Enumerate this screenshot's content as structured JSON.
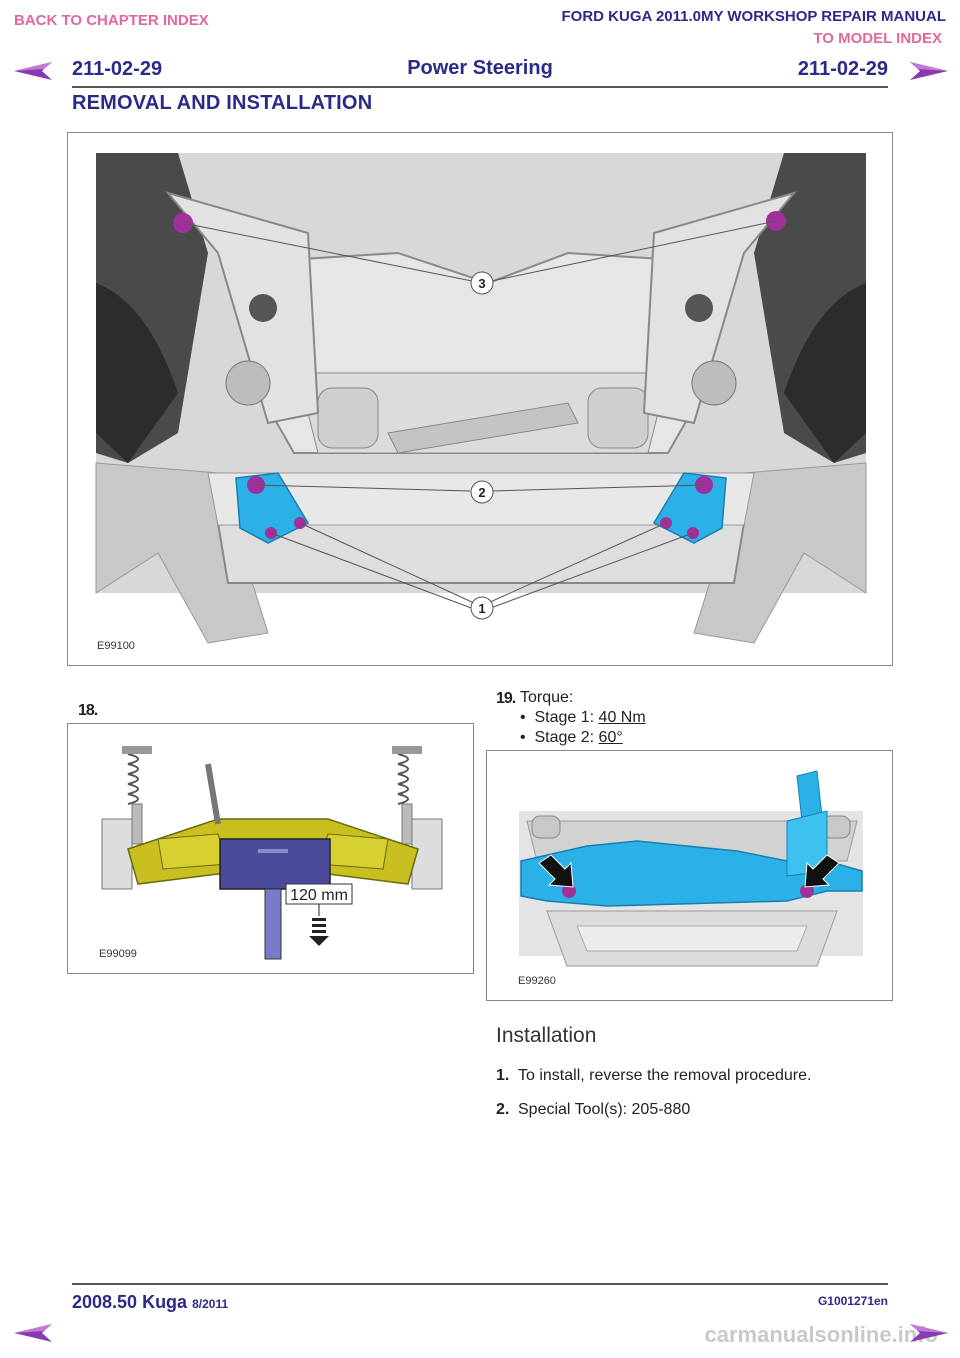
{
  "header": {
    "back_link": "BACK TO CHAPTER INDEX",
    "manual_title": "FORD KUGA 2011.0MY WORKSHOP REPAIR MANUAL",
    "model_index": "TO MODEL INDEX",
    "page_code_left": "211-02-29",
    "page_title": "Power Steering",
    "page_code_right": "211-02-29",
    "section_title": "REMOVAL AND INSTALLATION"
  },
  "figures": {
    "main": {
      "id": "E99100",
      "callouts": [
        "3",
        "2",
        "1"
      ]
    },
    "step18": {
      "id": "E99099",
      "measure": "120 mm"
    },
    "step19": {
      "id": "E99260"
    }
  },
  "steps": {
    "s18": {
      "num": "18."
    },
    "s19": {
      "num": "19.",
      "text": "Torque:",
      "stage1_label": "Stage 1: ",
      "stage1_value": "40 Nm",
      "stage2_label": "Stage 2: ",
      "stage2_value": "60°"
    }
  },
  "installation": {
    "heading": "Installation",
    "steps": [
      {
        "num": "1.",
        "text": "To install, reverse the removal procedure."
      },
      {
        "num": "2.",
        "text": "Special Tool(s): 205-880"
      }
    ]
  },
  "footer": {
    "model": "2008.50 Kuga",
    "date": "8/2011",
    "code": "G1001271en",
    "watermark": "carmanualsonline.info"
  },
  "colors": {
    "nav_pink": "#e2679e",
    "heading_blue": "#2a2a8a",
    "bolt_magenta": "#a0309a",
    "part_blue": "#2bb0e8",
    "part_yellow": "#c8c020"
  }
}
